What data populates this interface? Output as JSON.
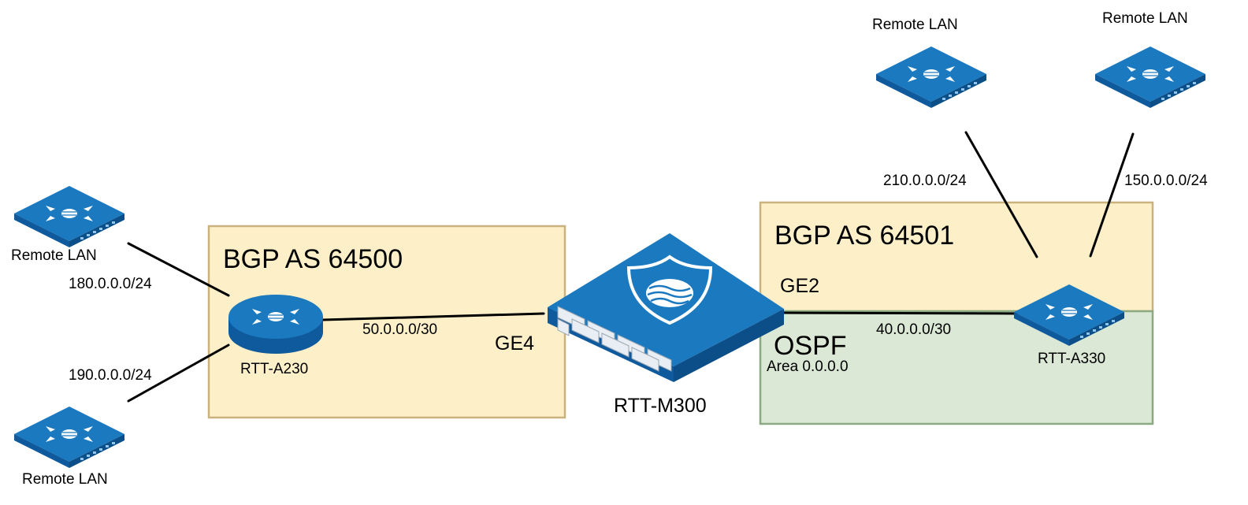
{
  "zones": {
    "bgp_left": {
      "label": "BGP AS 64500",
      "fill": "#fdf0c9",
      "stroke": "#c9b27e"
    },
    "bgp_right": {
      "label": "BGP AS 64501",
      "fill": "#fdf0c9",
      "stroke": "#c9b27e"
    },
    "ospf": {
      "label": "OSPF",
      "area": "Area 0.0.0.0",
      "fill": "#dae8d5",
      "stroke": "#8caa82"
    }
  },
  "devices": {
    "lan_top_left": {
      "label": "Remote LAN",
      "icon": "switch-icon"
    },
    "lan_bottom_left": {
      "label": "Remote LAN",
      "icon": "switch-icon"
    },
    "lan_top_mid": {
      "label": "Remote LAN",
      "icon": "switch-icon"
    },
    "lan_top_right": {
      "label": "Remote LAN",
      "icon": "switch-icon"
    },
    "rtt_a230": {
      "label": "RTT-A230",
      "icon": "router-icon"
    },
    "rtt_m300": {
      "label": "RTT-M300",
      "icon": "firewall-appliance-icon"
    },
    "rtt_a330": {
      "label": "RTT-A330",
      "icon": "switch-icon"
    }
  },
  "links": {
    "net_180": "180.0.0.0/24",
    "net_190": "190.0.0.0/24",
    "net_50": "50.0.0.0/30",
    "net_40": "40.0.0.0/30",
    "net_210": "210.0.0.0/24",
    "net_150": "150.0.0.0/24"
  },
  "interfaces": {
    "ge4": "GE4",
    "ge2": "GE2"
  },
  "colors": {
    "device_top": "#1b79c0",
    "device_side": "#0f5a9c",
    "device_front": "#0c4f88",
    "line": "#000000"
  }
}
